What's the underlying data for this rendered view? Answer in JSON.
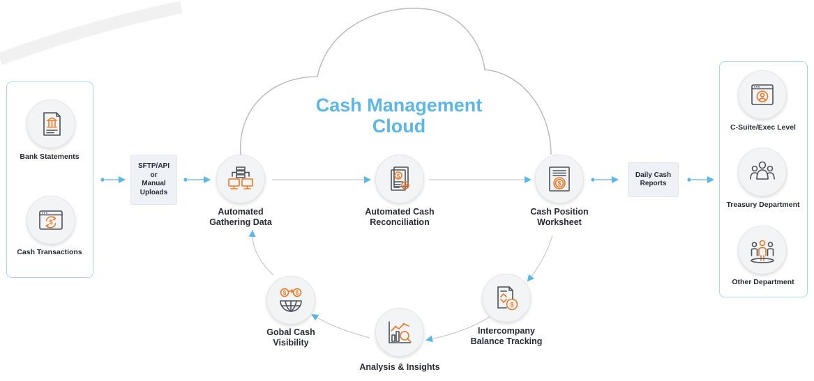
{
  "title": [
    "Cash Management",
    "Cloud"
  ],
  "sources": {
    "bank_statements": "Bank Statements",
    "cash_transactions": "Cash Transactions"
  },
  "input_box": [
    "SFTP/API",
    "or",
    "Manual",
    "Uploads"
  ],
  "cycle": {
    "gathering": [
      "Automated",
      "Gathering Data"
    ],
    "reconciliation": [
      "Automated Cash",
      "Reconciliation"
    ],
    "worksheet": [
      "Cash Position",
      "Worksheet"
    ],
    "intercompany": [
      "Intercompany",
      "Balance Tracking"
    ],
    "analysis": [
      "Analysis & Insights"
    ],
    "visibility": [
      "Gobal Cash",
      "Visibility"
    ]
  },
  "output_box": [
    "Daily Cash",
    "Reports"
  ],
  "audiences": {
    "csuite": "C-Suite/Exec Level",
    "treasury": "Treasury Department",
    "other": "Other Department"
  },
  "colors": {
    "title": "#5bb7e6",
    "arrow": "#5bb7e6",
    "icon_accent": "#ee7722",
    "panel_border": "#a9d6ef",
    "text": "#262a36"
  }
}
